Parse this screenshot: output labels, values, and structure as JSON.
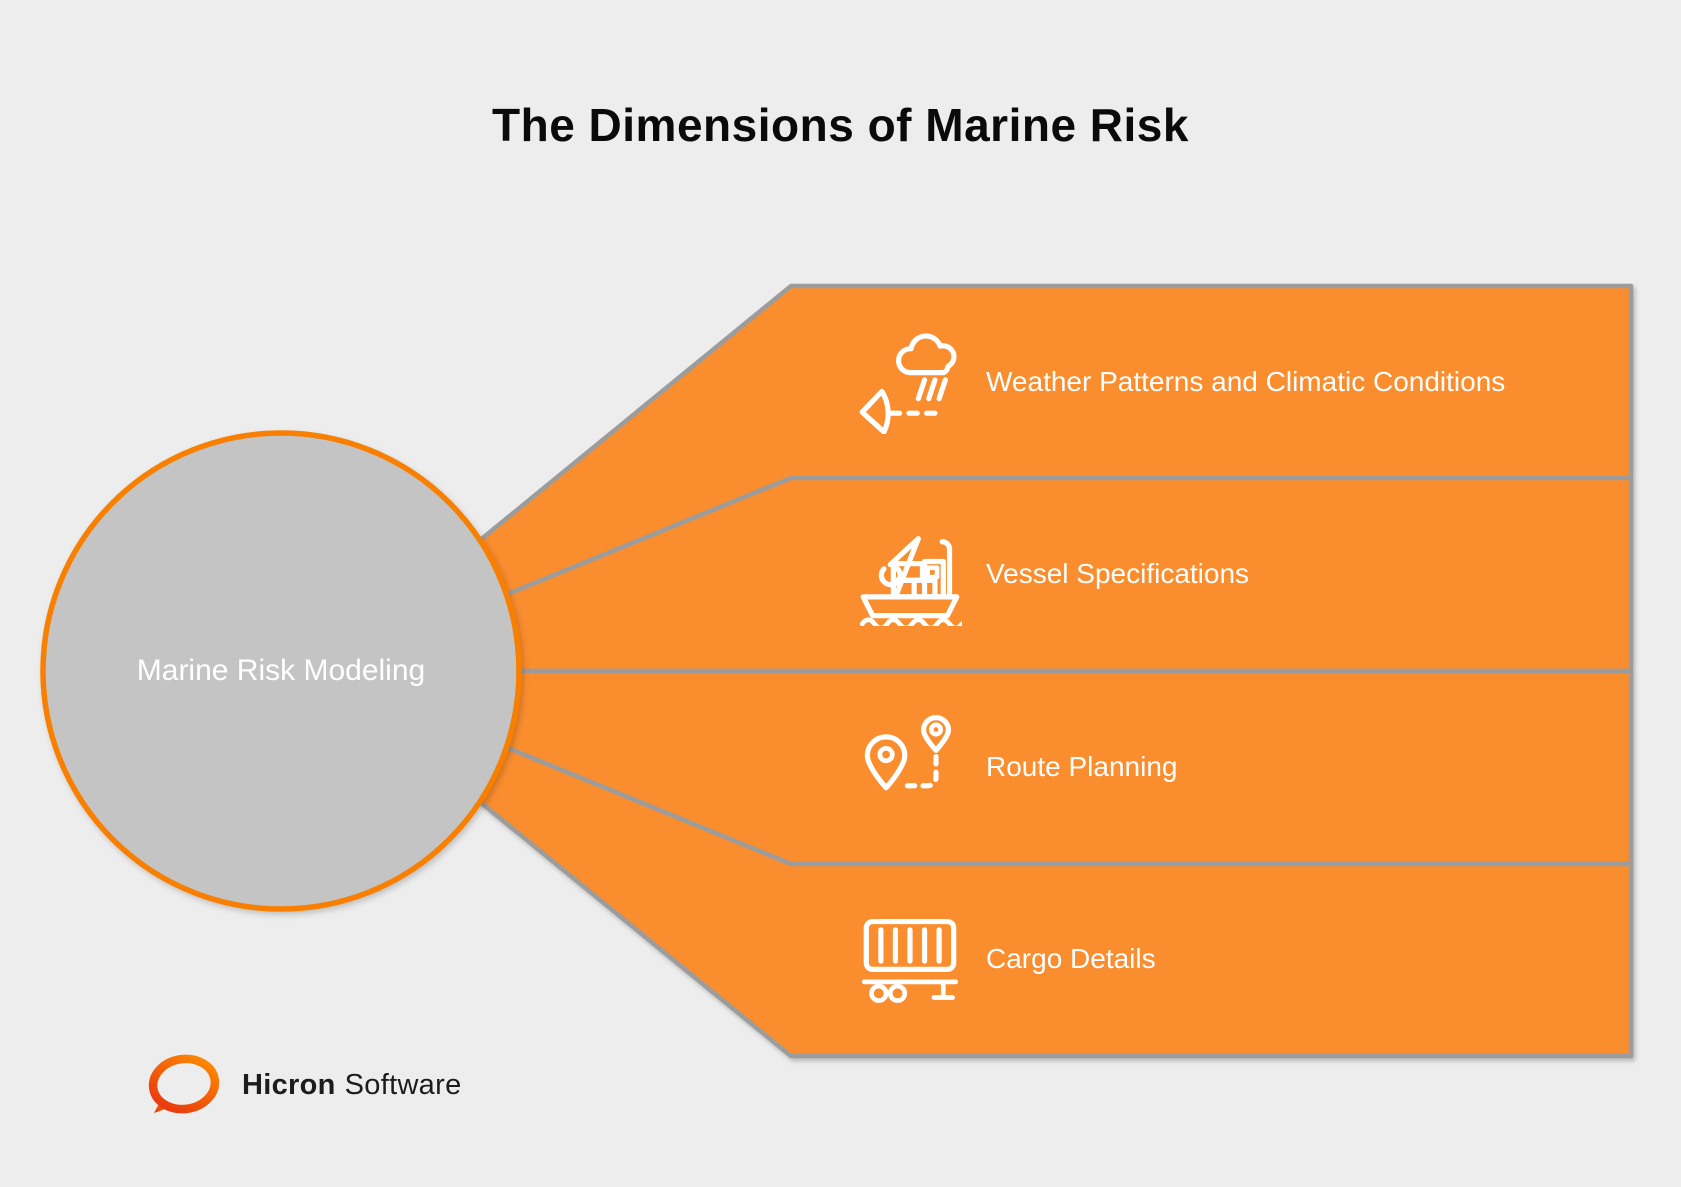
{
  "title": "The Dimensions of Marine Risk",
  "center": {
    "label": "Marine Risk Modeling"
  },
  "bands": [
    {
      "label": "Weather Patterns and Climatic Conditions",
      "icon": "wind-rain-icon"
    },
    {
      "label": "Vessel Specifications",
      "icon": "cargo-ship-crane-icon"
    },
    {
      "label": "Route Planning",
      "icon": "route-pins-icon"
    },
    {
      "label": "Cargo Details",
      "icon": "container-trailer-icon"
    }
  ],
  "logo": {
    "brand_bold": "Hicron",
    "brand_regular": "Software"
  },
  "colors": {
    "page_bg": "#EDEDED",
    "band_orange": "#FA8D2E",
    "band_border": "#9C9C9C",
    "circle_fill": "#C4C4C4",
    "circle_border": "#F87F00",
    "title_color": "#0A0A0A",
    "label_color": "#FFFFFF",
    "logo_text_color": "#1C1C1C",
    "logo_grad_start": "#E63011",
    "logo_grad_end": "#FF9000"
  }
}
